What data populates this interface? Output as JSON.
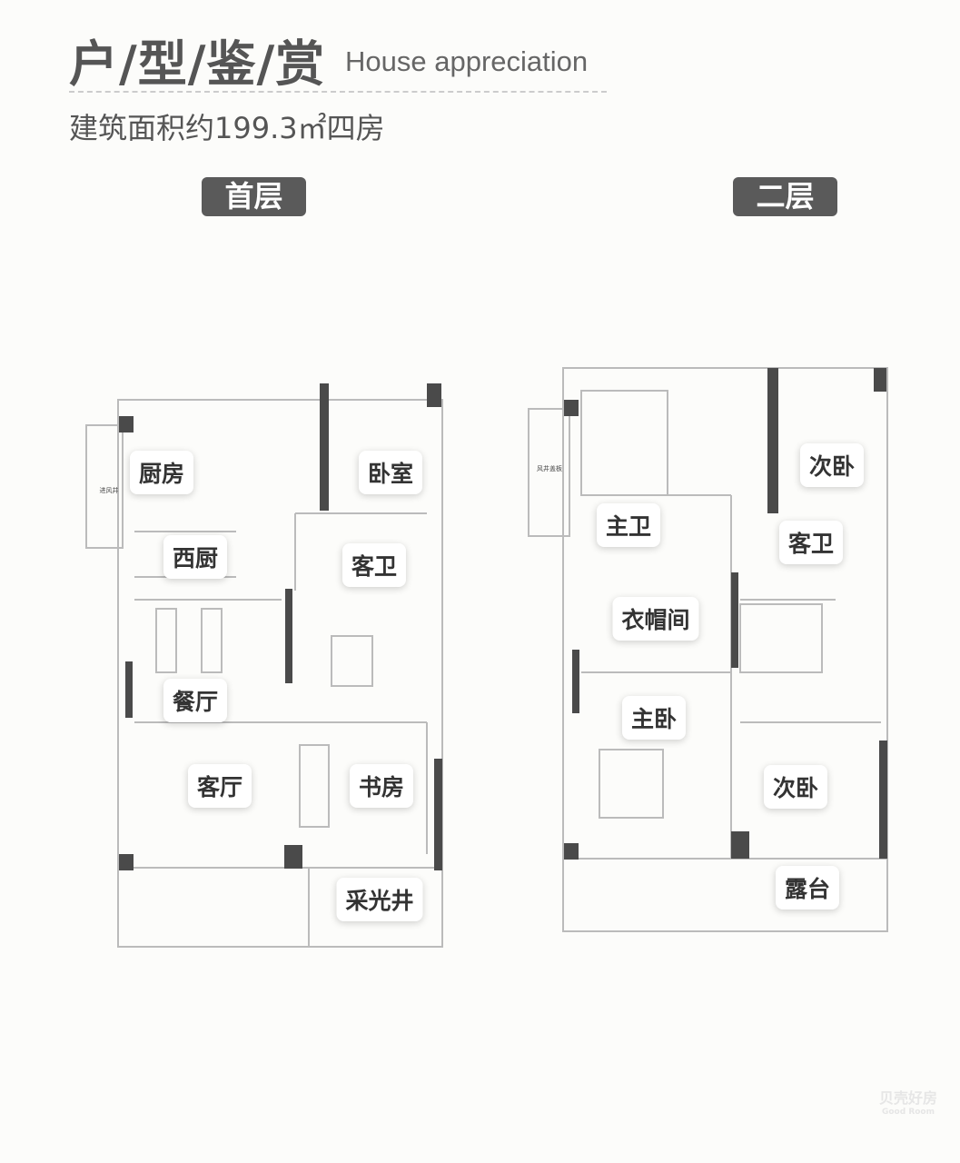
{
  "header": {
    "title": "户/型/鉴/赏",
    "title_en": "House appreciation",
    "subtitle": "建筑面积约199.3㎡四房"
  },
  "floors": [
    {
      "label": "首层",
      "rooms": [
        "厨房",
        "西厨",
        "卧室",
        "客卫",
        "餐厅",
        "客厅",
        "书房",
        "采光井"
      ],
      "small_labels": [
        "进风井"
      ]
    },
    {
      "label": "二层",
      "rooms": [
        "主卫",
        "次卧",
        "客卫",
        "衣帽间",
        "主卧",
        "次卧",
        "露台"
      ],
      "small_labels": [
        "风井盖板"
      ]
    }
  ],
  "watermark": {
    "text": "贝壳好房",
    "text_en": "Good Room"
  },
  "colors": {
    "wall": "#4a4a4a",
    "badge": "#5a5a5a",
    "text": "#555555"
  }
}
